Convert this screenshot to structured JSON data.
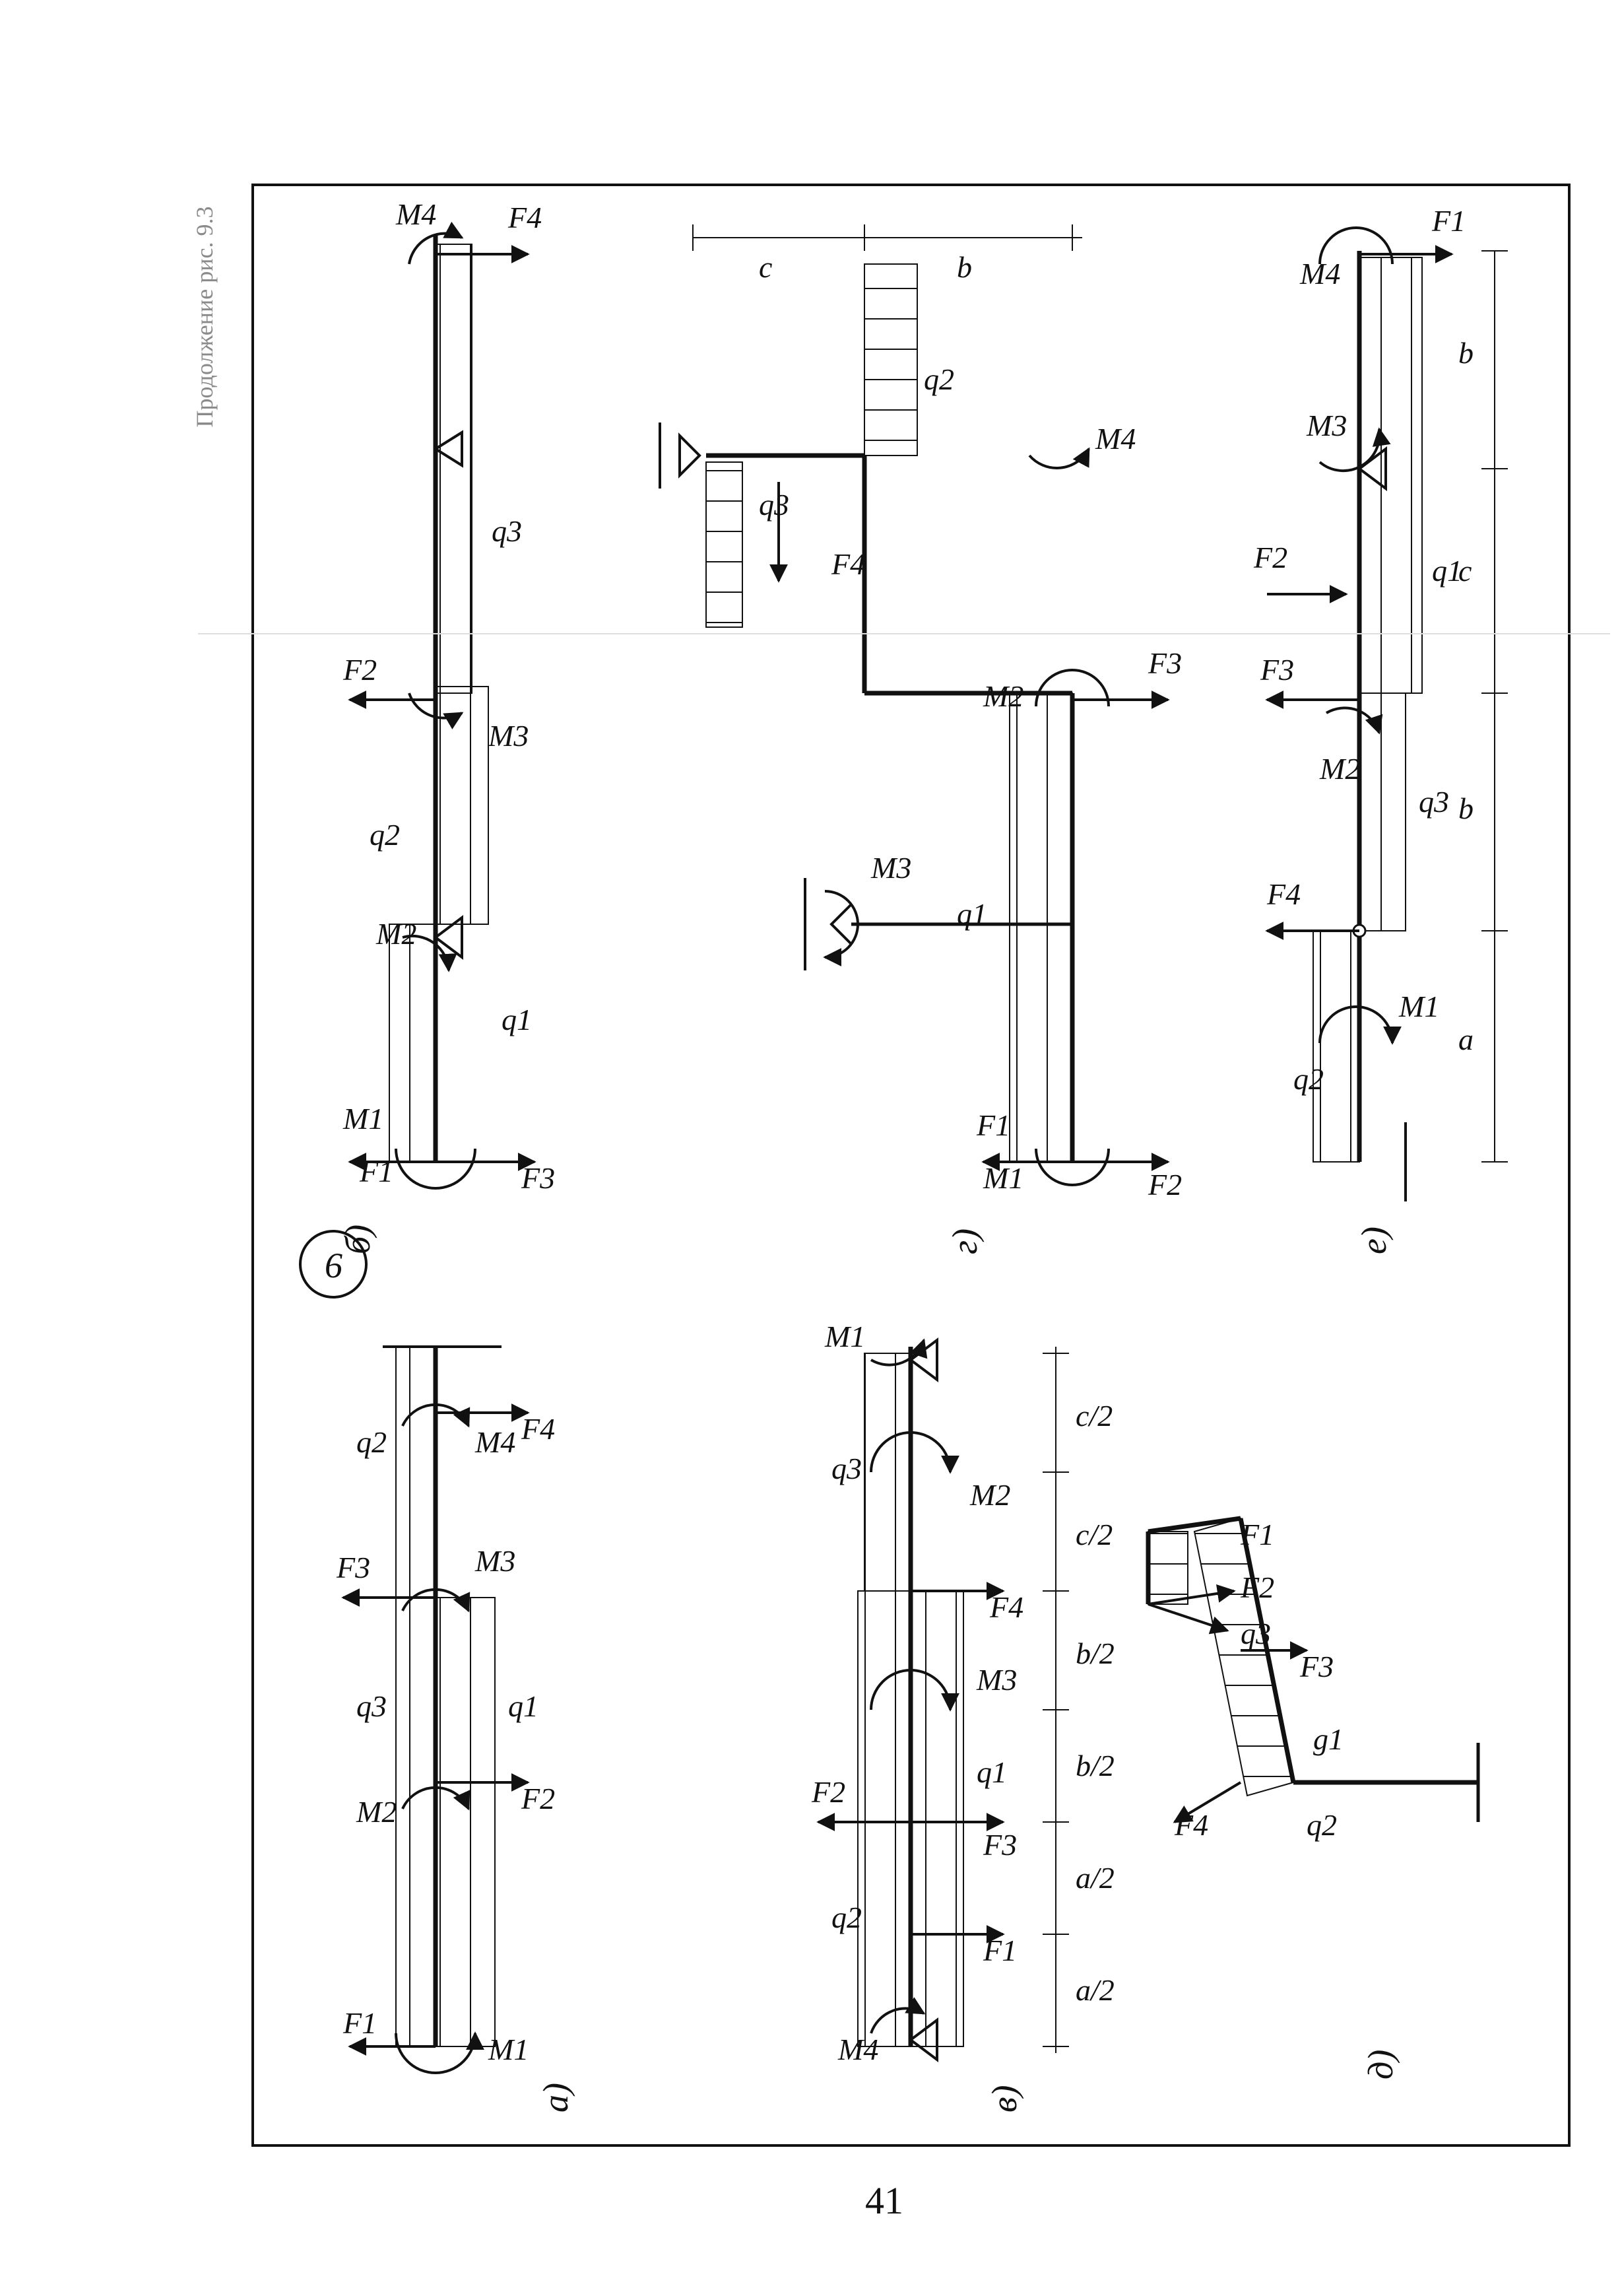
{
  "caption": "Продолжение рис. 9.3",
  "page_number": "41",
  "block_badge": "6",
  "panels": [
    {
      "id": "a",
      "label": "а)",
      "loads": [
        "F1",
        "M1",
        "M2",
        "F2",
        "q3",
        "q1",
        "F3",
        "M3",
        "q2",
        "M4",
        "F4"
      ]
    },
    {
      "id": "b",
      "label": "б)",
      "loads": [
        "M1",
        "F1",
        "F3",
        "q1",
        "M2",
        "q2",
        "F2",
        "M3",
        "q3",
        "M4",
        "F4"
      ]
    },
    {
      "id": "v",
      "label": "в)",
      "loads": [
        "M4",
        "q2",
        "F1",
        "F3",
        "F2",
        "q1",
        "M3",
        "F4",
        "q3",
        "M2",
        "M1"
      ],
      "dims": [
        "a/2",
        "a/2",
        "b/2",
        "b/2",
        "c/2",
        "c/2"
      ]
    },
    {
      "id": "g",
      "label": "г)",
      "loads": [
        "M1",
        "F1",
        "F2",
        "q1",
        "M3",
        "M2",
        "F3",
        "F4",
        "q3",
        "q2",
        "M4"
      ],
      "dims": [
        "c",
        "b"
      ]
    },
    {
      "id": "d",
      "label": "д)",
      "loads": [
        "F4",
        "q2",
        "g1",
        "F3",
        "q3",
        "F2",
        "F1"
      ]
    },
    {
      "id": "e",
      "label": "е)",
      "loads": [
        "q2",
        "M1",
        "F4",
        "q3",
        "M2",
        "F3",
        "F2",
        "q1",
        "M3",
        "M4",
        "F1"
      ],
      "dims": [
        "a",
        "b",
        "c",
        "b"
      ]
    }
  ]
}
